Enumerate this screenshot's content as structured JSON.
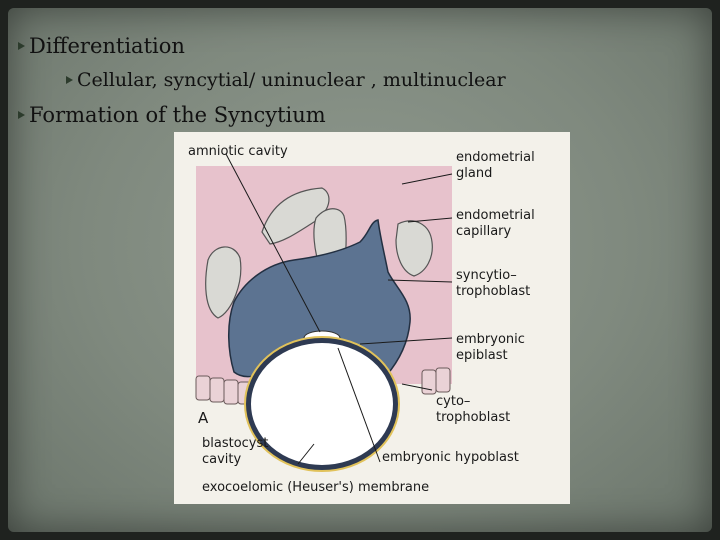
{
  "bullets": {
    "b1": "Differentiation",
    "b2": "Cellular, syncytial/ uninuclear , multinuclear",
    "b3": "Formation of the Syncytium"
  },
  "figure": {
    "panel_letter": "A",
    "labels": {
      "amniotic_cavity": "amniotic cavity",
      "endometrial_gland": "endometrial\ngland",
      "endometrial_capillary": "endometrial\ncapillary",
      "syncytiotrophoblast": "syncytio–\ntrophoblast",
      "embryonic_epiblast": "embryonic\nepiblast",
      "cytotrophoblast": "cyto–\ntrophoblast",
      "blastocyst_cavity": "blastocyst\ncavity",
      "embryonic_hypoblast": "embryonic hypoblast",
      "exocoelomic_membrane": "exocoelomic (Heuser's) membrane"
    }
  },
  "colors": {
    "endometrium": "#e7c2cc",
    "syncytium": "#5c7391",
    "cytotrophoblast": "#e1c25a",
    "gland": "#d9d9d4"
  }
}
